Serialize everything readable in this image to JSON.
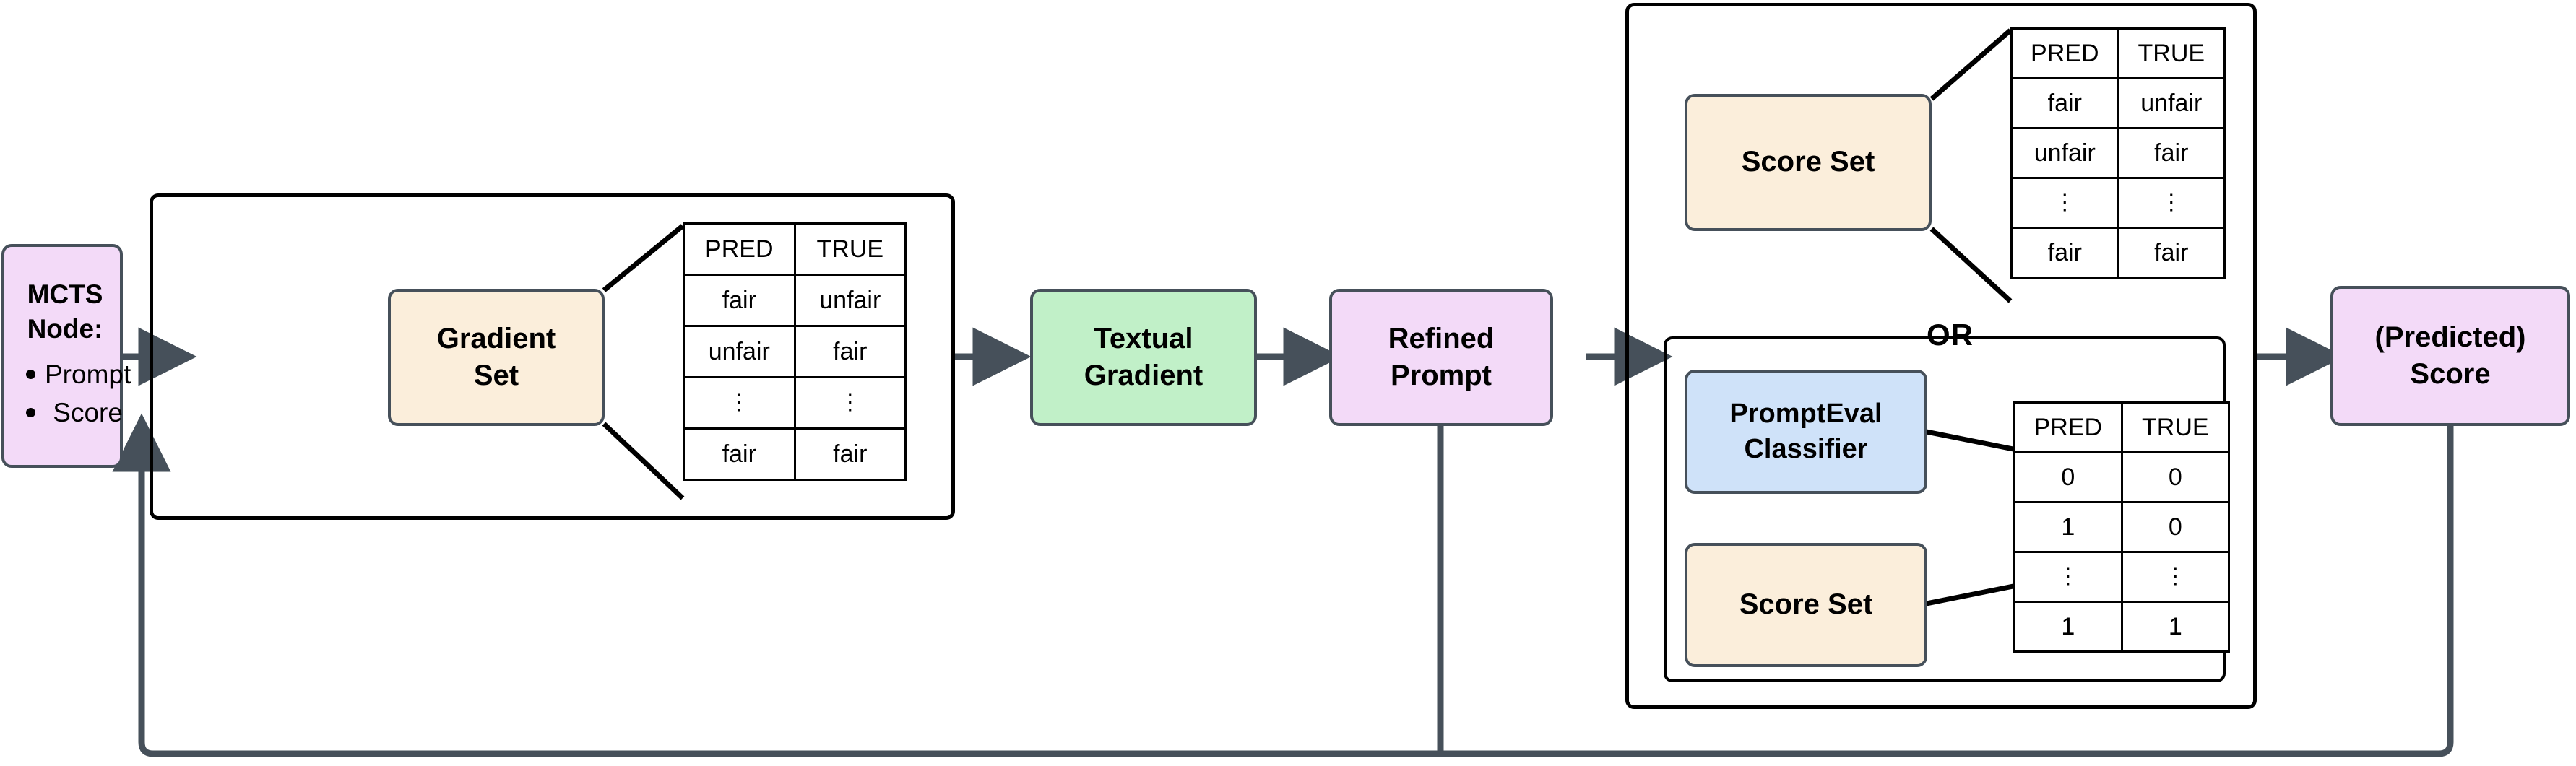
{
  "diagram": {
    "title": "MCTS prompt-optimization loop",
    "colors": {
      "purple": "#f3daf8",
      "green": "#c1f0c8",
      "cream": "#fbeedb",
      "blue": "#cfe2f9",
      "node_border": "#46505a",
      "panel_border": "#000000",
      "arrow": "#46505a",
      "leader_line": "#000000"
    },
    "or_label": "OR",
    "nodes": {
      "mcts": {
        "title": "MCTS Node:",
        "bullets": [
          "Prompt",
          "Score"
        ]
      },
      "gradient_set": {
        "label_line1": "Gradient",
        "label_line2": "Set"
      },
      "textual_gradient": {
        "label_line1": "Textual",
        "label_line2": "Gradient"
      },
      "refined_prompt": {
        "label_line1": "Refined",
        "label_line2": "Prompt"
      },
      "score_set_top": {
        "label_line1": "Score Set"
      },
      "prompteval_classifier": {
        "label_line1": "PromptEval",
        "label_line2": "Classifier"
      },
      "score_set_bottom": {
        "label_line1": "Score Set"
      },
      "predicted_score": {
        "label_line1": "(Predicted)",
        "label_line2": "Score"
      }
    },
    "tables": {
      "gradient": {
        "headers": [
          "PRED",
          "TRUE"
        ],
        "rows": [
          [
            "fair",
            "unfair"
          ],
          [
            "unfair",
            "fair"
          ],
          [
            "⋮",
            "⋮"
          ],
          [
            "fair",
            "fair"
          ]
        ]
      },
      "score_top": {
        "headers": [
          "PRED",
          "TRUE"
        ],
        "rows": [
          [
            "fair",
            "unfair"
          ],
          [
            "unfair",
            "fair"
          ],
          [
            "⋮",
            "⋮"
          ],
          [
            "fair",
            "fair"
          ]
        ]
      },
      "score_bottom": {
        "headers": [
          "PRED",
          "TRUE"
        ],
        "rows": [
          [
            "0",
            "0"
          ],
          [
            "1",
            "0"
          ],
          [
            "⋮",
            "⋮"
          ],
          [
            "1",
            "1"
          ]
        ]
      }
    }
  }
}
